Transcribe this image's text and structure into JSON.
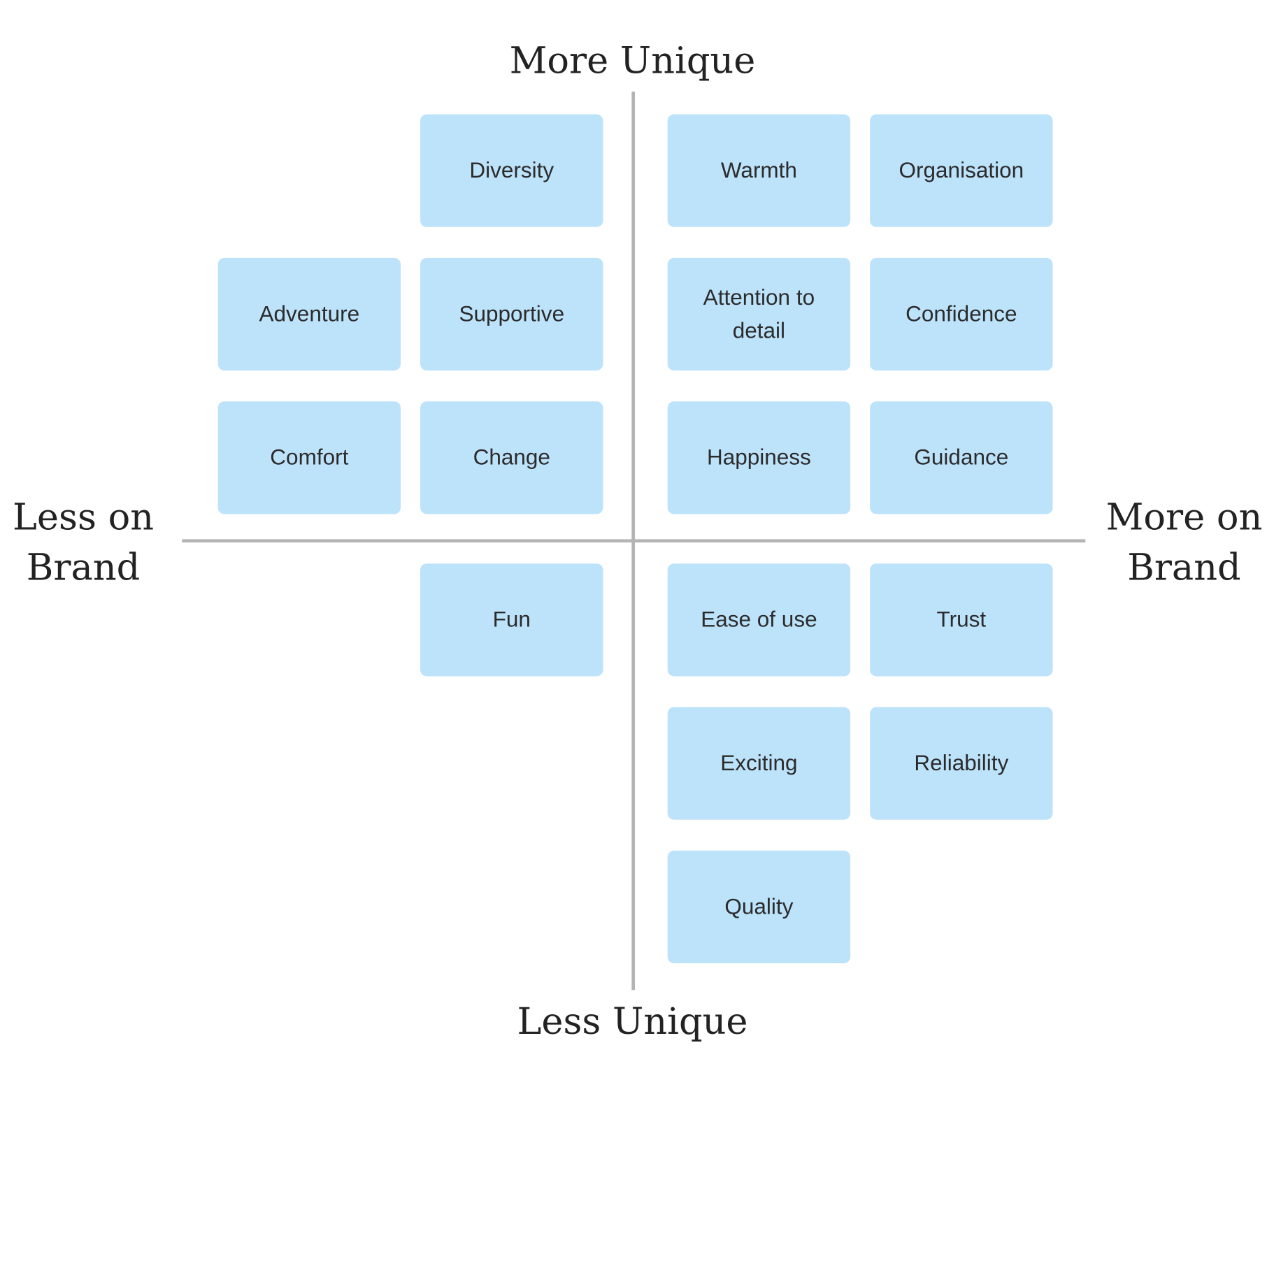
{
  "axes": {
    "top_label": "More Unique",
    "bottom_label": "Less Unique",
    "left_label": [
      "Less on",
      "Brand"
    ],
    "right_label": [
      "More on",
      "Brand"
    ],
    "line_color": "#b4b4b4"
  },
  "cards": {
    "diversity": "Diversity",
    "warmth": "Warmth",
    "organisation": "Organisation",
    "adventure": "Adventure",
    "supportive": "Supportive",
    "attention_to_detail": "Attention to detail",
    "confidence": "Confidence",
    "comfort": "Comfort",
    "change": "Change",
    "happiness": "Happiness",
    "guidance": "Guidance",
    "fun": "Fun",
    "ease_of_use": "Ease of use",
    "trust": "Trust",
    "exciting": "Exciting",
    "reliability": "Reliability",
    "quality": "Quality"
  },
  "colors": {
    "card_fill": "#bde3fb",
    "text": "#2b2b2b",
    "background": "#ffffff"
  }
}
